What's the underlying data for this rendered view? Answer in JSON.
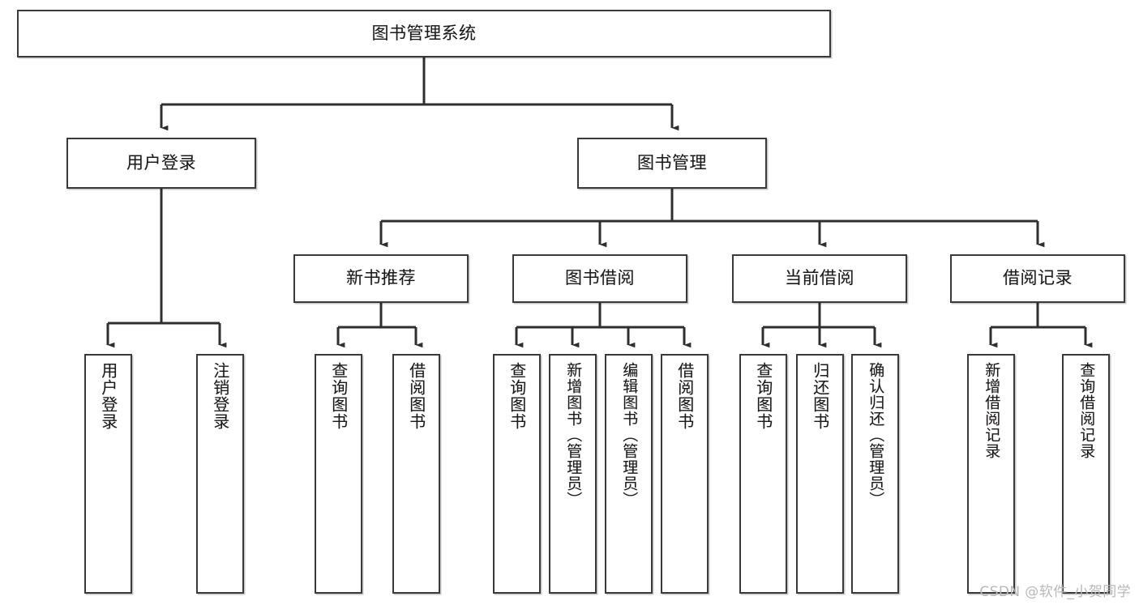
{
  "diagram": {
    "title": "图书管理系统",
    "type": "tree-hierarchy-chart",
    "colors": {
      "box_border": "#3a3a3a",
      "box_fill": "#ffffff",
      "connector": "#2f2f2f",
      "text": "#1a1a1a",
      "watermark": "#b8b8b8",
      "background": "#ffffff"
    },
    "root": {
      "label": "图书管理系统"
    },
    "level2": [
      {
        "label": "用户登录"
      },
      {
        "label": "图书管理"
      }
    ],
    "level3": [
      {
        "label": "新书推荐"
      },
      {
        "label": "图书借阅"
      },
      {
        "label": "当前借阅"
      },
      {
        "label": "借阅记录"
      }
    ],
    "leaves": {
      "user_login": [
        {
          "label": "用户登录"
        },
        {
          "label": "注销登录"
        }
      ],
      "new_book_recommend": [
        {
          "label": "查询图书"
        },
        {
          "label": "借阅图书"
        }
      ],
      "book_borrow": [
        {
          "label": "查询图书"
        },
        {
          "label": "新增图书（管理员）"
        },
        {
          "label": "编辑图书（管理员）"
        },
        {
          "label": "借阅图书"
        }
      ],
      "current_borrow": [
        {
          "label": "查询图书"
        },
        {
          "label": "归还图书"
        },
        {
          "label": "确认归还（管理员）"
        }
      ],
      "borrow_records": [
        {
          "label": "新增借阅记录"
        },
        {
          "label": "查询借阅记录"
        }
      ]
    }
  },
  "watermark": {
    "text": "CSDN @软件_小贺同学"
  }
}
